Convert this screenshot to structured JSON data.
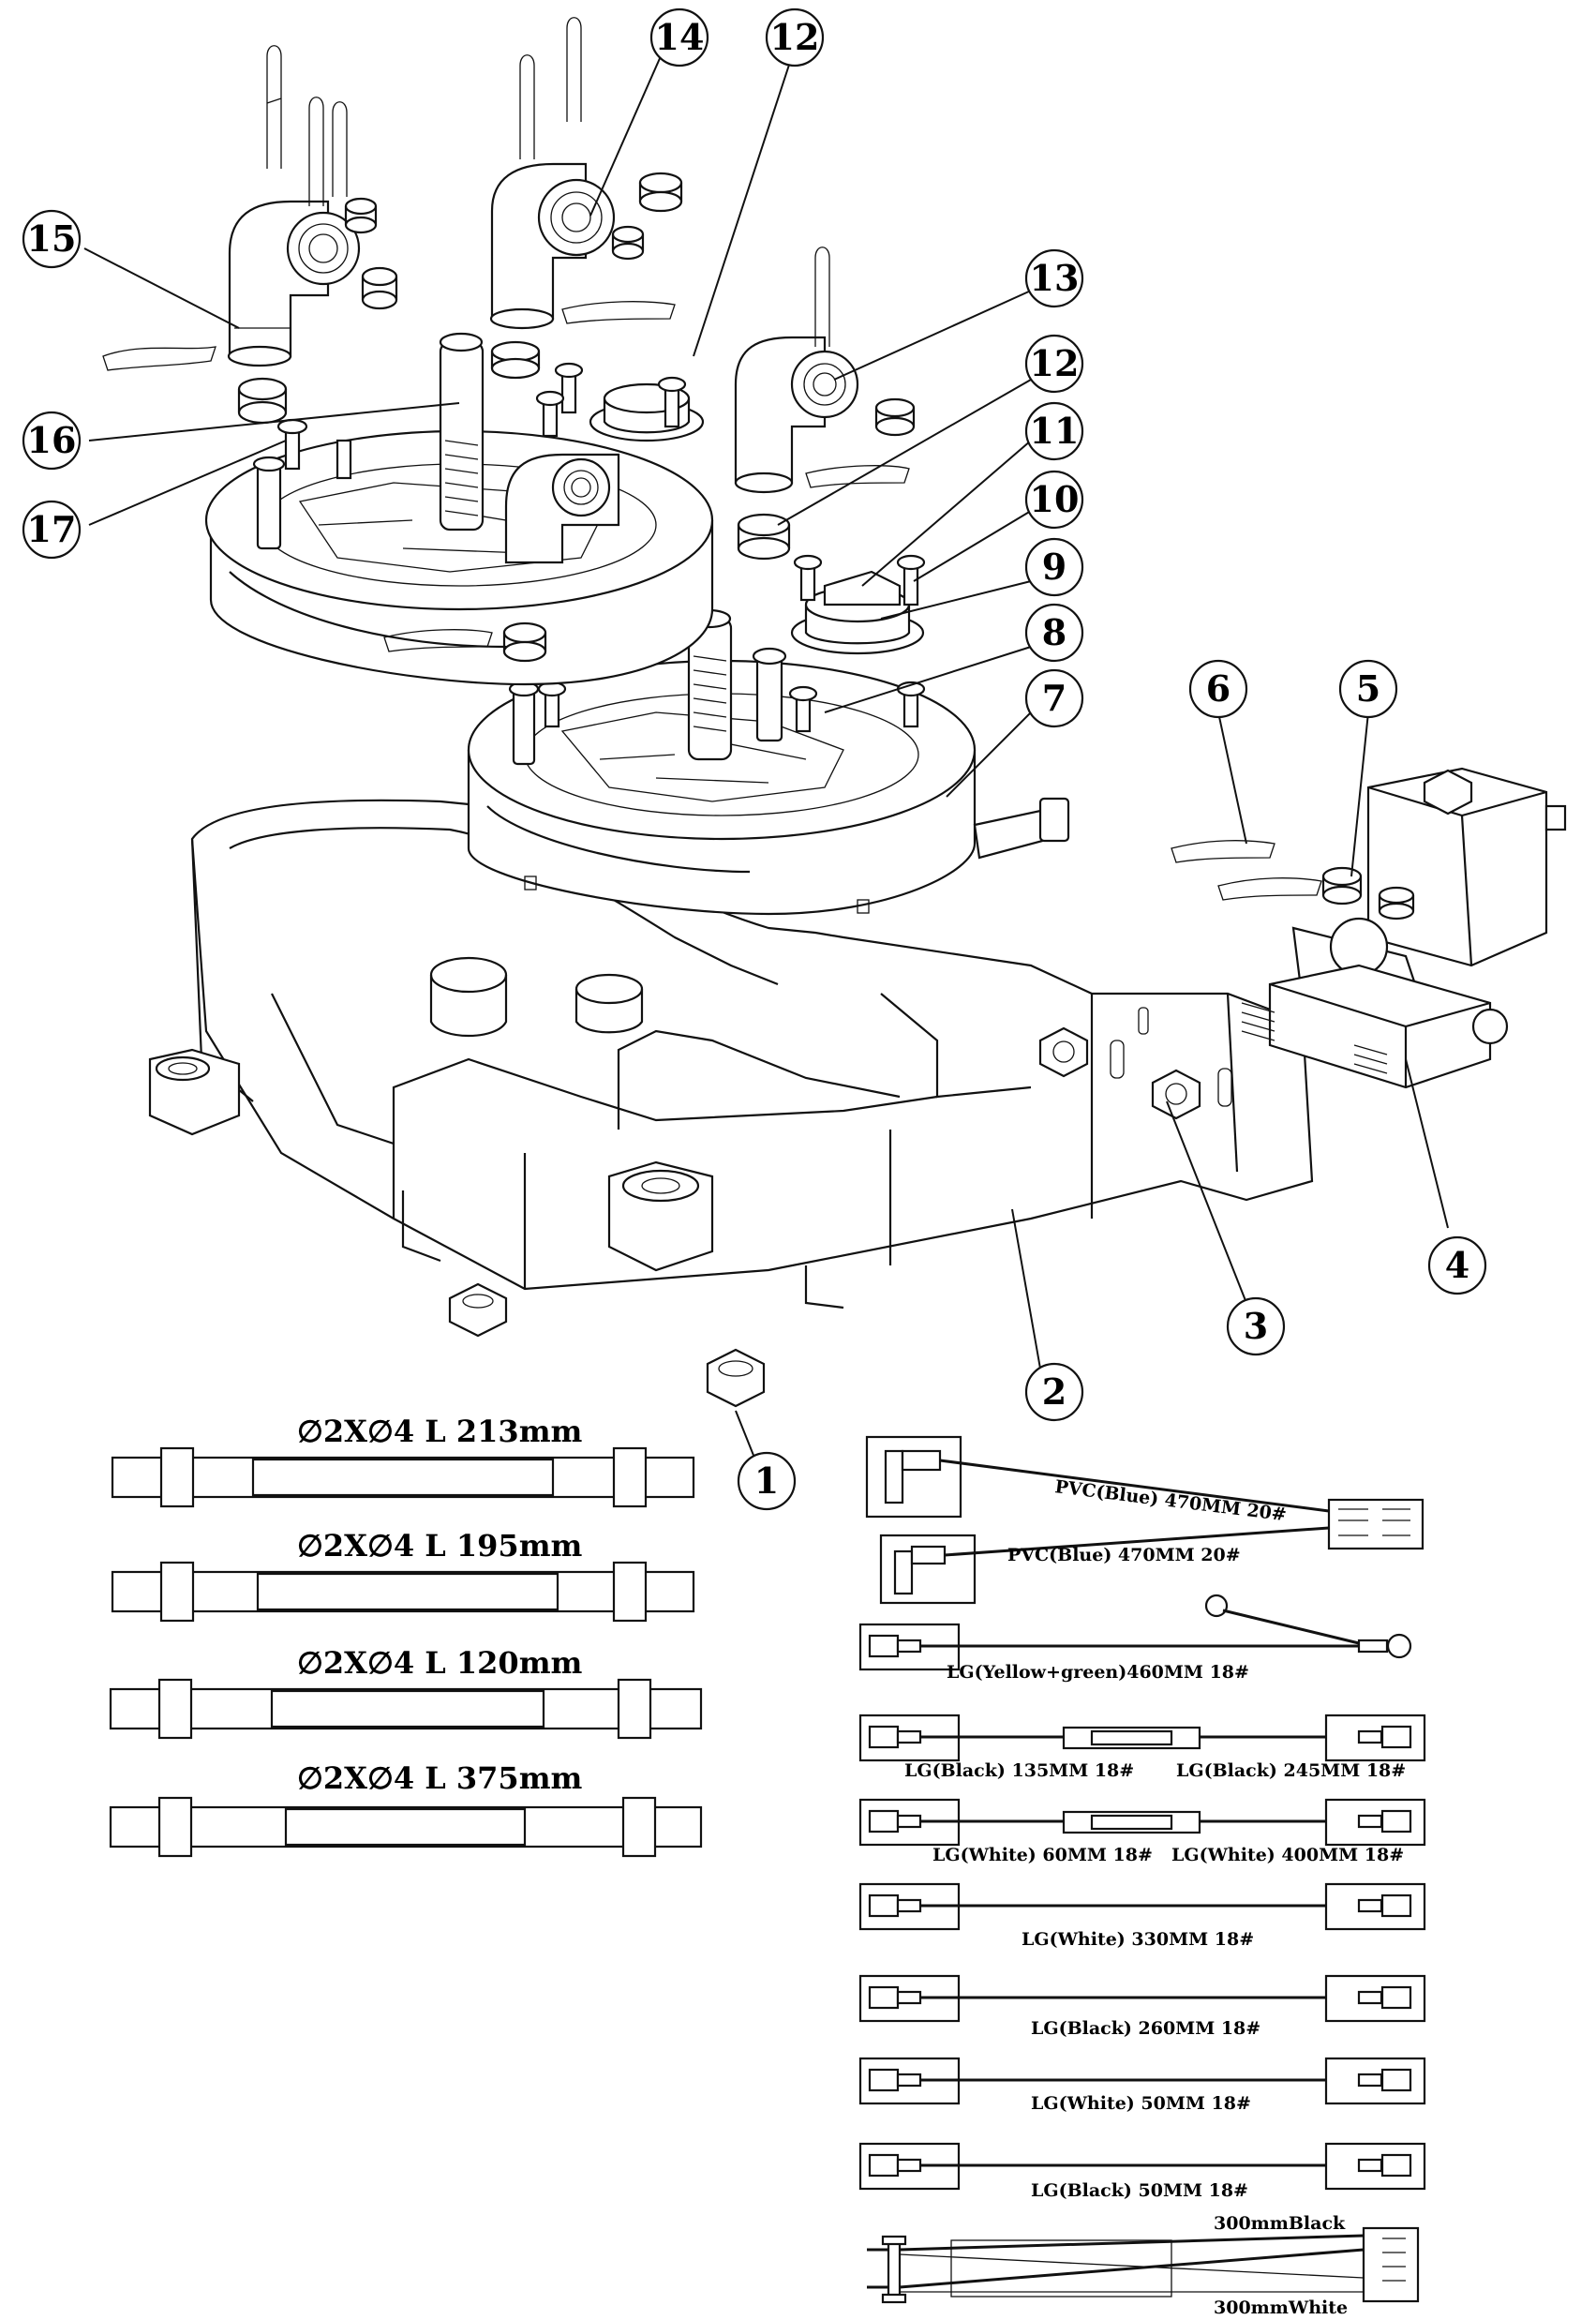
{
  "callouts": [
    {
      "number": "1"
    },
    {
      "number": "2"
    },
    {
      "number": "3"
    },
    {
      "number": "4"
    },
    {
      "number": "5"
    },
    {
      "number": "6"
    },
    {
      "number": "7"
    },
    {
      "number": "8"
    },
    {
      "number": "9"
    },
    {
      "number": "10"
    },
    {
      "number": "11"
    },
    {
      "number": "12"
    },
    {
      "number": "13"
    },
    {
      "number": "14"
    },
    {
      "number": "12"
    },
    {
      "number": "15"
    },
    {
      "number": "16"
    },
    {
      "number": "17"
    }
  ],
  "silicone_tubes": [
    {
      "label": "∅2X∅4  L  213mm"
    },
    {
      "label": "∅2X∅4  L  195mm"
    },
    {
      "label": "∅2X∅4  L  120mm"
    },
    {
      "label": "∅2X∅4  L  375mm"
    }
  ],
  "wires": {
    "pvc_upper": "PVC(Blue)  470MM  20#",
    "pvc_lower": "PVC(Blue)  470MM  20#",
    "ground": "LG(Yellow+green)460MM  18#",
    "black_split_left": "LG(Black)  135MM  18#",
    "black_split_right": "LG(Black)  245MM  18#",
    "white_split_left": "LG(White)  60MM  18#",
    "white_split_right": "LG(White)  400MM  18#",
    "white_330": "LG(White)  330MM  18#",
    "black_260": "LG(Black)  260MM  18#",
    "white_50": "LG(White)  50MM  18#",
    "black_50": "LG(Black)  50MM  18#",
    "sensor_black": "300mmBlack",
    "sensor_white": "300mmWhite"
  }
}
